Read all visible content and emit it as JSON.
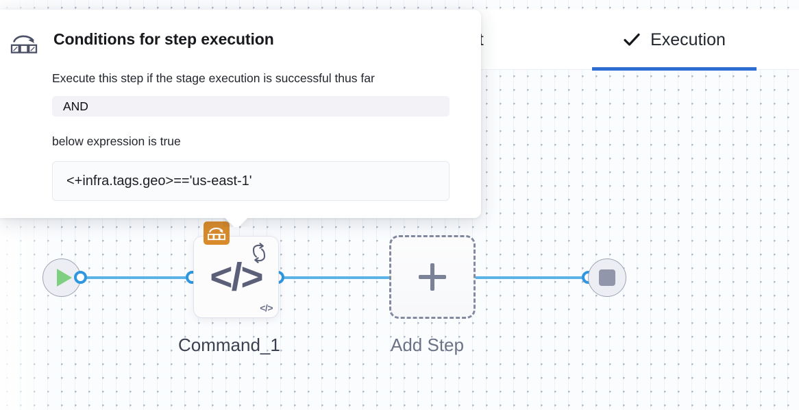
{
  "tabs": [
    {
      "label": "Environment",
      "truncated_label": "ronment",
      "icon": "",
      "active": false
    },
    {
      "label": "Execution",
      "truncated_label": "Execution",
      "icon": "check-icon",
      "active": true
    }
  ],
  "active_tab_color": "#2e6ed4",
  "popover": {
    "icon": "command-rollback-icon",
    "title": "Conditions for step execution",
    "description": "Execute this step if the stage execution is successful thus far",
    "condition_operator": "AND",
    "expression_label": "below expression is true",
    "expression_value": "<+infra.tags.geo>=='us-east-1'"
  },
  "graph": {
    "start_node": {
      "icon": "play-icon",
      "name": "start"
    },
    "end_node": {
      "icon": "stop-icon",
      "name": "stop"
    },
    "step_node": {
      "label": "Command_1",
      "main_icon": "code-icon",
      "badge_icon": "command-rollback-icon",
      "badge_color": "#d98b2b",
      "loop_icon": "looping-strategy-icon",
      "mini_icon": "code-icon"
    },
    "add_step": {
      "label": "Add Step",
      "icon": "plus-icon"
    },
    "edge_color": "#5bb3e8",
    "port_color": "#2f97df"
  }
}
